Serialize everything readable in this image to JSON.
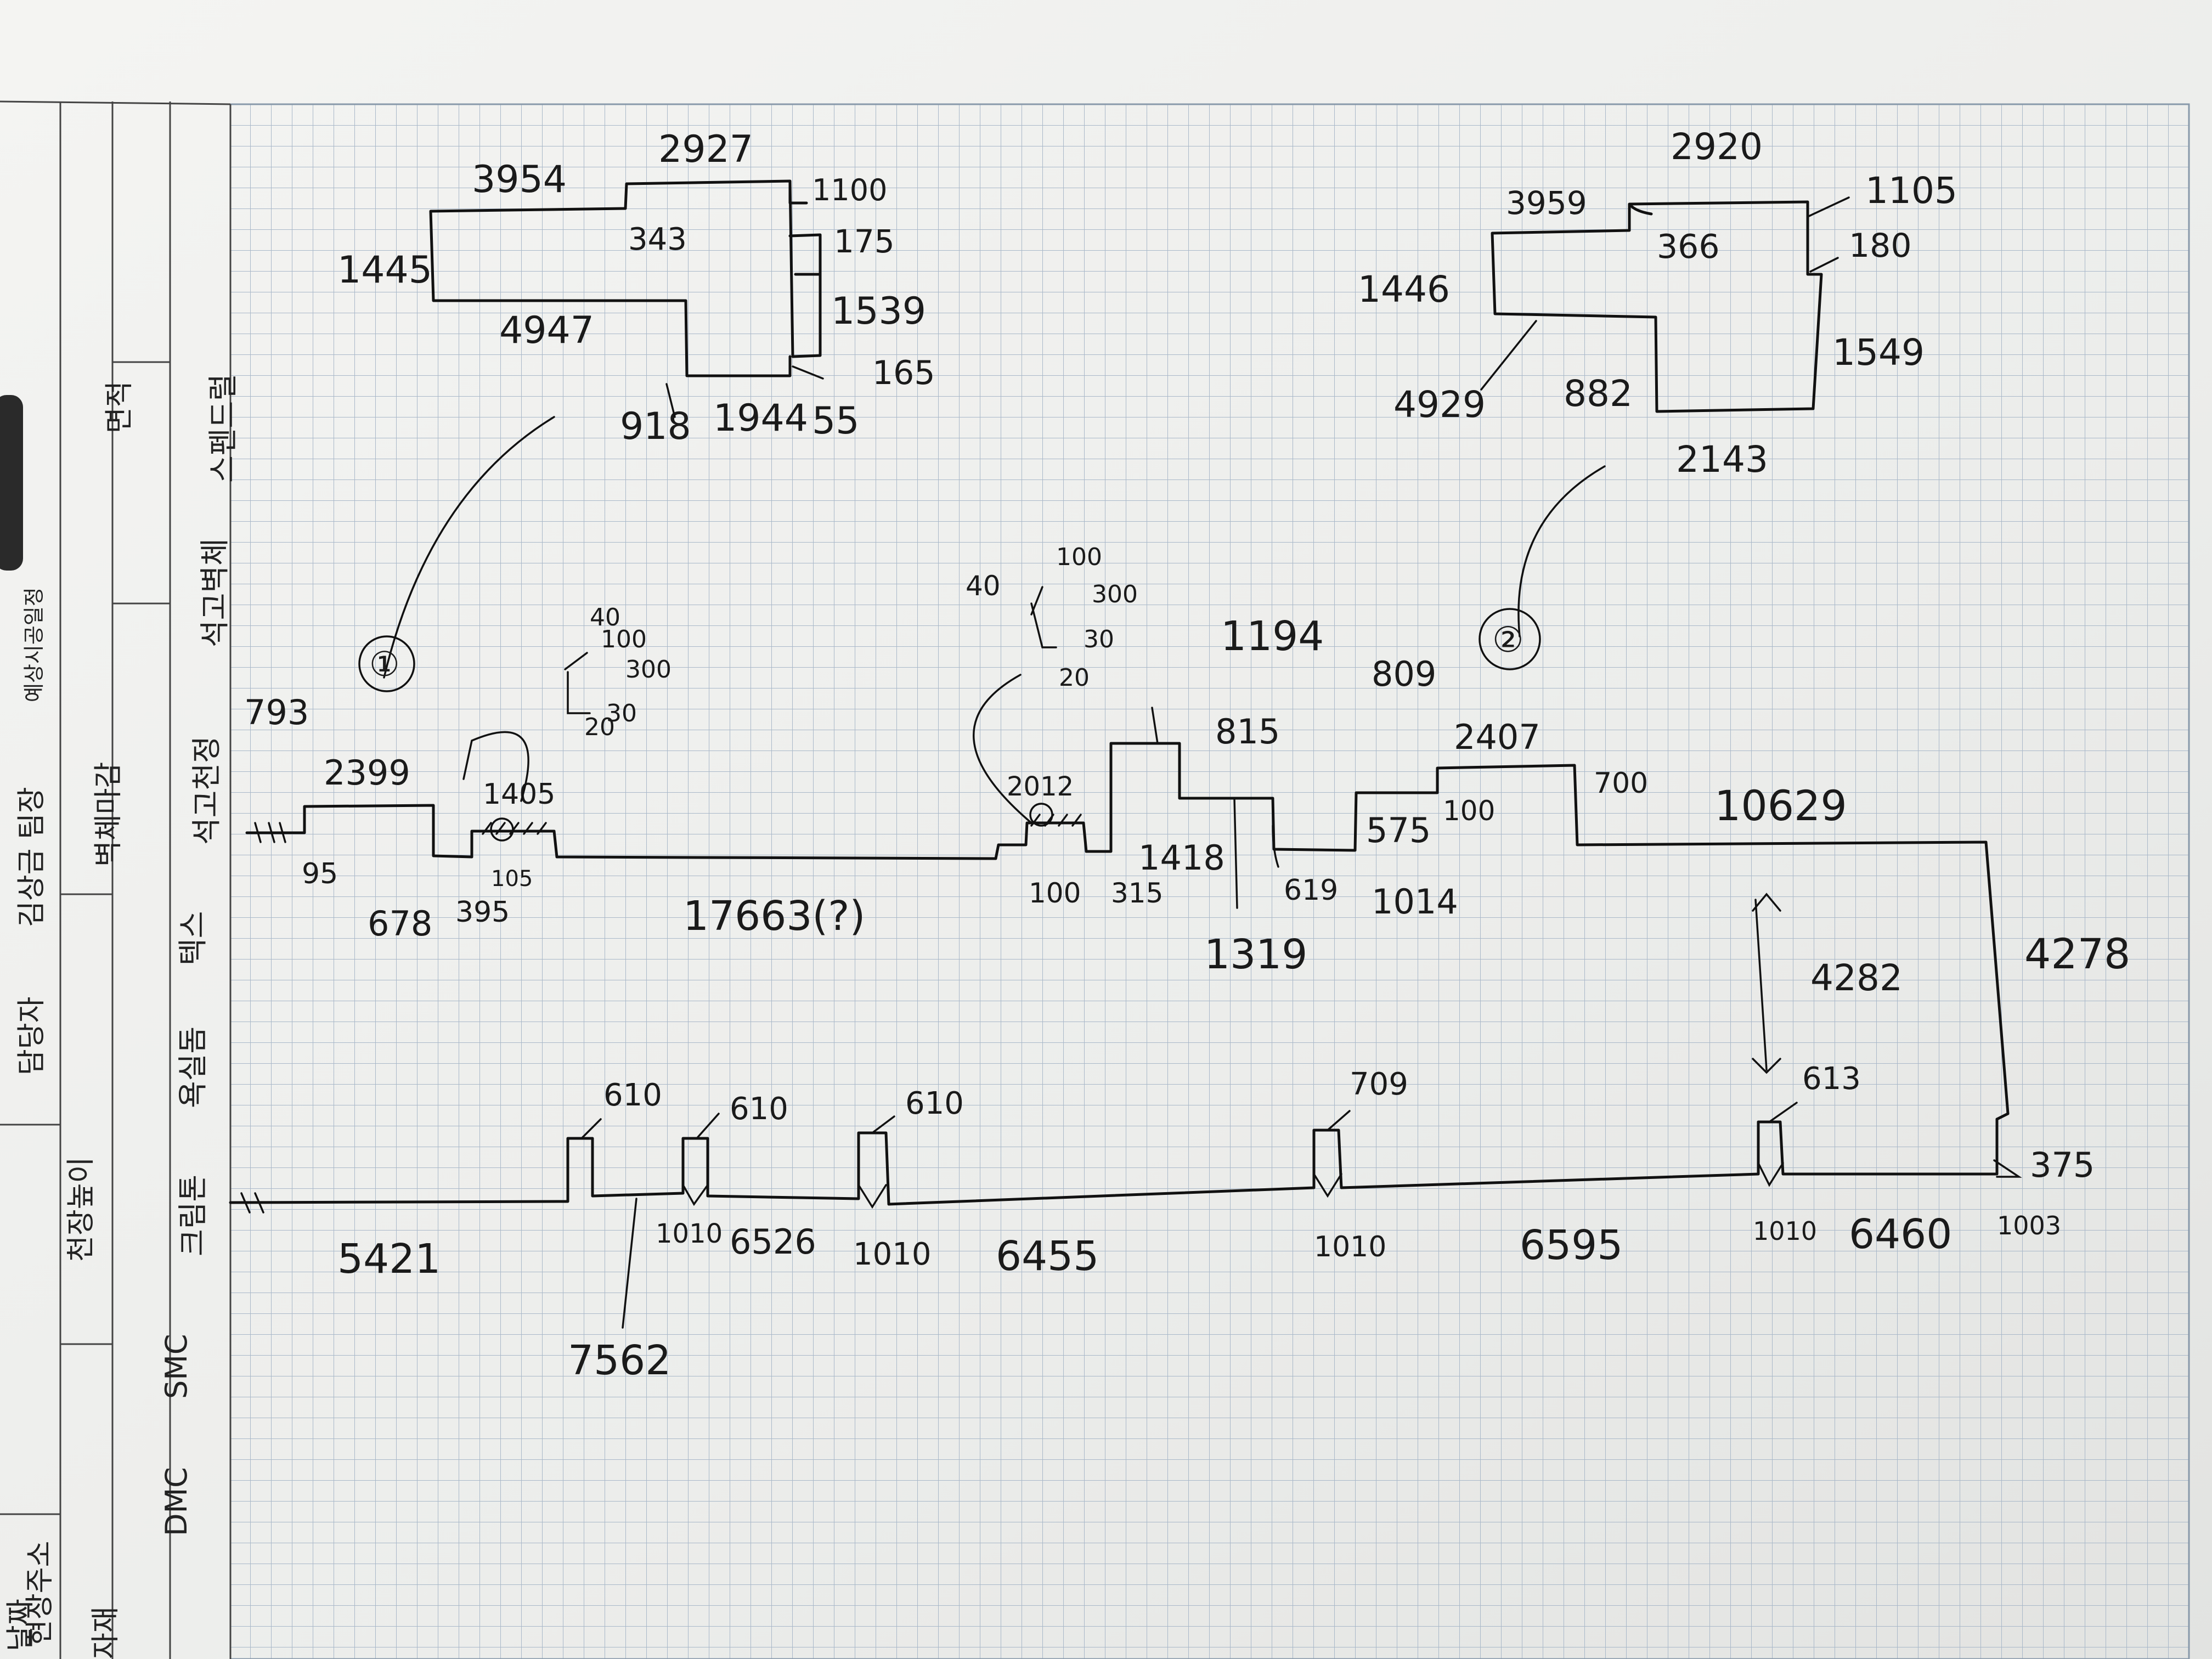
{
  "sidebar": {
    "header_col1": "담당자",
    "header_col2": "김상금 팀장",
    "header_col3": "예상시공일정",
    "row2_col1": "천장높이",
    "row2_col2": "벽체마감",
    "row2_col3": "면적",
    "row3_col1": "현장주소",
    "row4_col1": "날짜",
    "row5_col1": "자재",
    "materials": [
      "DMC",
      "SMC",
      "크림톤",
      "욕실돔",
      "텍스",
      "석고천정",
      "석고벽체",
      "스펜드럴"
    ]
  },
  "top_left_room": {
    "symbol": "①",
    "dims": [
      "3954",
      "2927",
      "1100",
      "343",
      "175",
      "1445",
      "4947",
      "1539",
      "165",
      "918",
      "1944",
      "55"
    ]
  },
  "top_right_room": {
    "symbol": "②",
    "dims": [
      "2920",
      "3959",
      "1105",
      "366",
      "180",
      "1446",
      "1549",
      "4929",
      "882",
      "2143"
    ]
  },
  "upper_wall": {
    "dims": [
      "793",
      "2399",
      "95",
      "678",
      "395",
      "1405",
      "105",
      "17663(?)",
      "2012",
      "100",
      "315",
      "1418",
      "1194",
      "815",
      "1319",
      "619",
      "1014",
      "809",
      "575",
      "100",
      "2407",
      "700",
      "10629",
      "4278",
      "4282"
    ],
    "detail_a": [
      "40",
      "100",
      "300",
      "30",
      "20"
    ],
    "detail_b": [
      "40",
      "100",
      "300",
      "30",
      "20"
    ]
  },
  "lower_wall": {
    "dims": [
      "5421",
      "610",
      "610",
      "610",
      "1010",
      "6526",
      "1010",
      "7562",
      "6455",
      "709",
      "1010",
      "6595",
      "613",
      "1010",
      "6460",
      "1003",
      "375"
    ]
  }
}
